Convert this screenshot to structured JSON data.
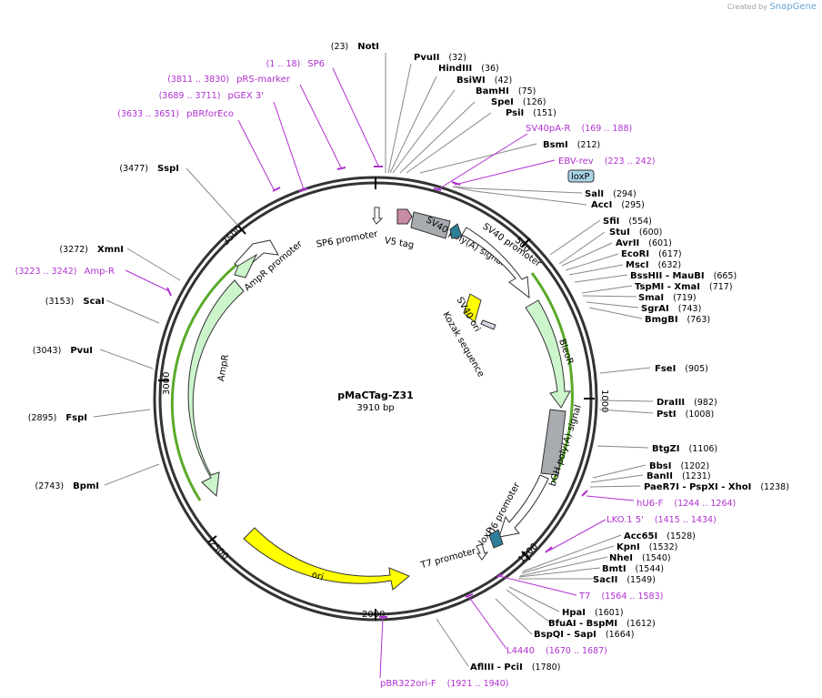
{
  "brand": {
    "created_by": "Created by",
    "product": "SnapGene"
  },
  "plasmid": {
    "name": "pMaCTag-Z31",
    "length": "3910 bp"
  },
  "ticks": [
    "500",
    "1000",
    "1500",
    "2000",
    "2500",
    "3000",
    "3500"
  ],
  "enzymes_right": [
    {
      "name": "PvuII",
      "pos": "(32)"
    },
    {
      "name": "HindIII",
      "pos": "(36)"
    },
    {
      "name": "BsiWI",
      "pos": "(42)"
    },
    {
      "name": "BamHI",
      "pos": "(75)"
    },
    {
      "name": "SpeI",
      "pos": "(126)"
    },
    {
      "name": "PsiI",
      "pos": "(151)"
    },
    {
      "name": "BsmI",
      "pos": "(212)"
    },
    {
      "name": "SalI",
      "pos": "(294)"
    },
    {
      "name": "AccI",
      "pos": "(295)"
    },
    {
      "name": "SfiI",
      "pos": "(554)"
    },
    {
      "name": "StuI",
      "pos": "(600)"
    },
    {
      "name": "AvrII",
      "pos": "(601)"
    },
    {
      "name": "EcoRI",
      "pos": "(617)"
    },
    {
      "name": "MscI",
      "pos": "(632)"
    },
    {
      "name": "BssHII - MauBI",
      "pos": "(665)"
    },
    {
      "name": "TspMI - XmaI",
      "pos": "(717)"
    },
    {
      "name": "SmaI",
      "pos": "(719)"
    },
    {
      "name": "SgrAI",
      "pos": "(743)"
    },
    {
      "name": "BmgBI",
      "pos": "(763)"
    },
    {
      "name": "FseI",
      "pos": "(905)"
    },
    {
      "name": "DraIII",
      "pos": "(982)"
    },
    {
      "name": "PstI",
      "pos": "(1008)"
    },
    {
      "name": "BtgZI",
      "pos": "(1106)"
    },
    {
      "name": "BbsI",
      "pos": "(1202)"
    },
    {
      "name": "BanII",
      "pos": "(1231)"
    },
    {
      "name": "PaeR7I - PspXI - XhoI",
      "pos": "(1238)"
    },
    {
      "name": "Acc65I",
      "pos": "(1528)"
    },
    {
      "name": "KpnI",
      "pos": "(1532)"
    },
    {
      "name": "NheI",
      "pos": "(1540)"
    },
    {
      "name": "BmtI",
      "pos": "(1544)"
    },
    {
      "name": "SacII",
      "pos": "(1549)"
    },
    {
      "name": "HpaI",
      "pos": "(1601)"
    },
    {
      "name": "BfuAI - BspMI",
      "pos": "(1612)"
    },
    {
      "name": "BspQI - SapI",
      "pos": "(1664)"
    },
    {
      "name": "AflIII - PciI",
      "pos": "(1780)"
    }
  ],
  "enzymes_left": [
    {
      "name": "NotI",
      "pos": "(23)"
    },
    {
      "name": "SspI",
      "pos": "(3477)"
    },
    {
      "name": "XmnI",
      "pos": "(3272)"
    },
    {
      "name": "ScaI",
      "pos": "(3153)"
    },
    {
      "name": "PvuI",
      "pos": "(3043)"
    },
    {
      "name": "FspI",
      "pos": "(2895)"
    },
    {
      "name": "BpmI",
      "pos": "(2743)"
    }
  ],
  "primers": [
    {
      "name": "SP6",
      "pos": "(1 .. 18)"
    },
    {
      "name": "pRS-marker",
      "pos": "(3811 .. 3830)"
    },
    {
      "name": "pGEX 3'",
      "pos": "(3689 .. 3711)"
    },
    {
      "name": "pBRforEco",
      "pos": "(3633 .. 3651)"
    },
    {
      "name": "SV40pA-R",
      "pos": "(169 .. 188)"
    },
    {
      "name": "EBV-rev",
      "pos": "(223 .. 242)"
    },
    {
      "name": "Amp-R",
      "pos": "(3223 .. 3242)"
    },
    {
      "name": "hU6-F",
      "pos": "(1244 .. 1264)"
    },
    {
      "name": "LKO.1 5'",
      "pos": "(1415 .. 1434)"
    },
    {
      "name": "T7",
      "pos": "(1564 .. 1583)"
    },
    {
      "name": "L4440",
      "pos": "(1670 .. 1687)"
    },
    {
      "name": "pBR322ori-F",
      "pos": "(1921 .. 1940)"
    }
  ],
  "features": {
    "loxp_box": "loxP",
    "sp6_promoter": "SP6 promoter",
    "v5_tag": "V5 tag",
    "sv40_polya": "SV40 poly(A) signal",
    "sv40_promoter": "SV40 promoter",
    "sv40_ori": "SV40 ori",
    "kozak": "Kozak sequence",
    "bleor": "BleoR",
    "bgh_polya": "bGH poly(A) signal",
    "u6_promoter": "U6 promoter",
    "loxp": "loxP",
    "t7_promoter": "T7 promoter",
    "ori": "ori",
    "ampr": "AmpR",
    "ampr_promoter": "AmpR promoter"
  },
  "colors": {
    "ampr": "#ccf5cc",
    "bleor": "#ccf5cc",
    "ori": "#ffff00",
    "polya": "#a8acb0",
    "loxp": "#2e7f99",
    "v5": "#c98aa5",
    "primer": "#b030d0",
    "orf_line": "#5aaa2a"
  }
}
